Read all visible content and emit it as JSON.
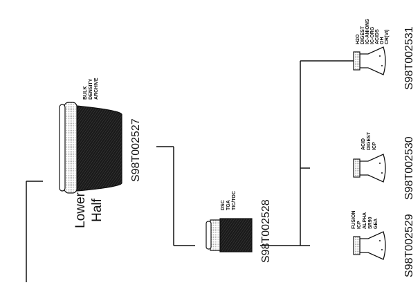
{
  "colors": {
    "ink": "#111111",
    "paper": "#ffffff",
    "dark_fill": "#1a1a1a",
    "stipple": "#cfcfcf"
  },
  "diagram": {
    "half_label": [
      "Lower",
      "Half"
    ],
    "jar": {
      "sample_id": "S98T002527",
      "tests": [
        "BULK",
        "DENSITY",
        "ARCHIVE"
      ],
      "icon": "jar-icon"
    },
    "vial": {
      "sample_id": "S98T002528",
      "tests": [
        "DSC",
        "TGA",
        "TIC/TOC"
      ],
      "icon": "vial-icon"
    },
    "beakers": [
      {
        "sample_id": "S98T002529",
        "tests": [
          "FUSION",
          "ICP",
          "ALPHA",
          "SR90",
          "GEA"
        ],
        "icon": "flask-icon"
      },
      {
        "sample_id": "S98T002530",
        "tests": [
          "ACID",
          "DIGEST",
          "ICP"
        ],
        "icon": "flask-icon"
      },
      {
        "sample_id": "S98T002531",
        "tests": [
          "H2O",
          "DIGEST",
          "IC-ANIONS",
          "IC-ORG",
          "ACIDS",
          "OH",
          "CR(VI)"
        ],
        "icon": "flask-icon"
      }
    ]
  }
}
